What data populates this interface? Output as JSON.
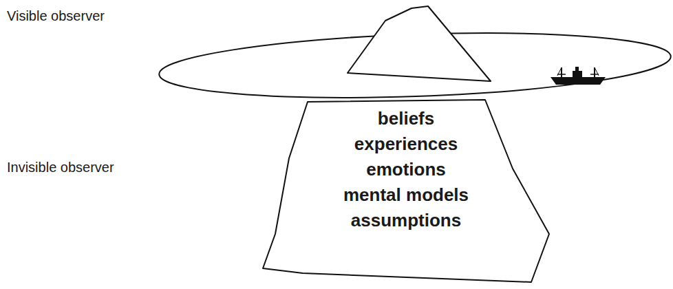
{
  "diagram": {
    "nodes": [
      {
        "text": [
          "beliefs",
          "experiences",
          "emotions",
          "mental models",
          "assumptions"
        ]
      }
    ],
    "labels": [
      "Visible observer",
      "Invisible observer"
    ]
  }
}
